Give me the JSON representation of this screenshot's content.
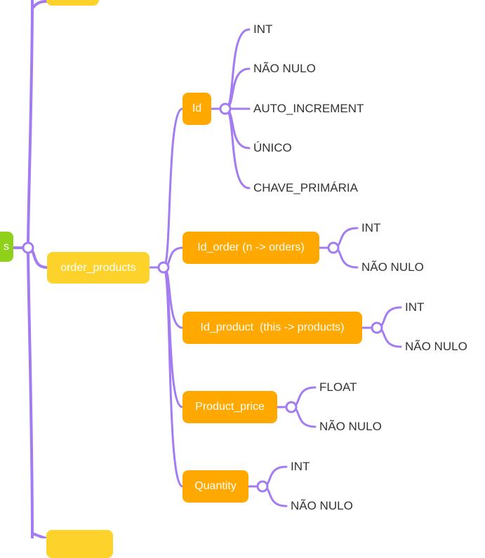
{
  "mindmap": {
    "parent_partial_label": "s",
    "table": {
      "label": "order_products"
    },
    "fields": [
      {
        "label": "Id",
        "props": [
          "INT",
          "NÃO NULO",
          "AUTO_INCREMENT",
          "ÚNICO",
          "CHAVE_PRIMÁRIA"
        ]
      },
      {
        "label": "Id_order (n -> orders)",
        "props": [
          "INT",
          "NÃO NULO"
        ]
      },
      {
        "label": "Id_product  (this -> products)",
        "props": [
          "INT",
          "NÃO NULO"
        ]
      },
      {
        "label": "Product_price",
        "props": [
          "FLOAT",
          "NÃO NULO"
        ]
      },
      {
        "label": "Quantity",
        "props": [
          "INT",
          "NÃO NULO"
        ]
      }
    ]
  },
  "colors": {
    "connector": "#a27cf0",
    "root_node": "#8fd11a",
    "table_node": "#fdd22a",
    "field_node": "#ffa800",
    "leaf_text": "#333333",
    "background": "#ffffff"
  }
}
